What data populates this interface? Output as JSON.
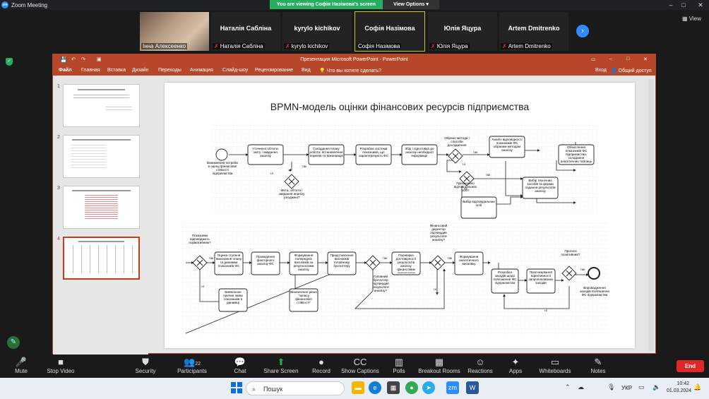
{
  "zoom": {
    "window_title": "Zoom Meeting",
    "logo_text": "zm",
    "share_banner": "You are viewing Софія Назімова's screen",
    "view_options": "View Options",
    "view_button": "View",
    "next_button": "›"
  },
  "participants": [
    {
      "name": "",
      "label": "Інна Алексеенко",
      "muted": false
    },
    {
      "name": "Наталія Сабліна",
      "label": "Наталія Сабліна",
      "muted": true
    },
    {
      "name": "kyrylo kichikov",
      "label": "kyrylo kichikov",
      "muted": true
    },
    {
      "name": "Софія Назімова",
      "label": "Софія Назімова",
      "muted": false
    },
    {
      "name": "Юлія Яцура",
      "label": "Юлія Яцура",
      "muted": true
    },
    {
      "name": "Artem Dmitrenko",
      "label": "Artem Dmitrenko",
      "muted": true
    }
  ],
  "ppt": {
    "window_title": "Презентация Microsoft PowerPoint - PowerPoint",
    "ribbon_tabs": [
      "Файл",
      "Главная",
      "Вставка",
      "Дизайн",
      "Переходы",
      "Анимация",
      "Слайд-шоу",
      "Рецензирование",
      "Вид"
    ],
    "tell_me": "Что вы хотите сделать?",
    "signin": "Вход",
    "share": "Общий доступ",
    "thumb_numbers": [
      "1",
      "2",
      "3",
      "4"
    ],
    "slide_title": "BPMN-модель оцінки фінансових ресурсів підприємства",
    "bpmn": {
      "start_label": "Виникнення потреби в оцінці фінансової стійкості підприємства",
      "t1": "Уточнено об'єкти, мету і завдання аналізу",
      "g1_label": "Мета, об'єкти і завдання аналізу узгоджені?",
      "t2": "Складання плану роботи, встановлення термінів та виконавців",
      "t3": "Розробка системи показників, що характеризують ФС",
      "t4": "Збір і підготовка до аналізу необхідної інформації",
      "g2_label": "Обрано методи і способи дослідження",
      "t5": "Аналіз відповідності показників ФС обраним методам аналізу",
      "g3_label": "Призначено відповідальних осіб?",
      "t6": "Вибір відповідальних осіб",
      "t7": "Вибір технічних засобів та форми подання результатів аналізу",
      "t8": "Обчислення показників ФС підприємства, складання аналітичних таблиць",
      "g4_label": "Показники відповідають нормативним?",
      "t9": "Оцінка ступеня виконання плану та динаміки показників ФС",
      "t10": "Виявлення причин зміни показників в динаміці",
      "t11": "Проведення факторного аналізу ФС",
      "t12": "Формування попередніх висновків за результатами аналізу",
      "t13": "Визначення рівня \"запасу фінансової стійкості\"",
      "t14": "Представлення висновків головному бухгалтеру",
      "g5_label": "Головний бухгалтер підтвердив результати аналізу?",
      "t15": "Перевірка достовірності результатів аналізу фінансовим директором",
      "g6_label": "Фінансовий директор підтвердив результати аналізу?",
      "t16": "Формування аналітичного висновку",
      "t17": "Розробка заходів щодо поліпшення ФС підприємства",
      "t18": "Прогнозування ефективності запропонованих заходів",
      "g7_label": "Прогноз позитивний?",
      "end_label": "Впровадження заходів поліпшення ФС підприємства",
      "yes": "так",
      "no": "ні"
    }
  },
  "toolbar": [
    {
      "label": "Mute",
      "icon": "🎤"
    },
    {
      "label": "Stop Video",
      "icon": "■"
    },
    {
      "label": "Security",
      "icon": "⛊"
    },
    {
      "label": "Participants",
      "icon": "👥",
      "count": "22"
    },
    {
      "label": "Chat",
      "icon": "💬"
    },
    {
      "label": "Share Screen",
      "icon": "⬆"
    },
    {
      "label": "Record",
      "icon": "●"
    },
    {
      "label": "Show Captions",
      "icon": "CC"
    },
    {
      "label": "Polls",
      "icon": "▥"
    },
    {
      "label": "Breakout Rooms",
      "icon": "▦"
    },
    {
      "label": "Reactions",
      "icon": "☺"
    },
    {
      "label": "Apps",
      "icon": "✦"
    },
    {
      "label": "Whiteboards",
      "icon": "▭"
    },
    {
      "label": "Notes",
      "icon": "✎"
    }
  ],
  "end_label": "End",
  "taskbar": {
    "search_placeholder": "Пошук",
    "lang": "УКР",
    "time": "10:42",
    "date": "01.03.2024"
  }
}
